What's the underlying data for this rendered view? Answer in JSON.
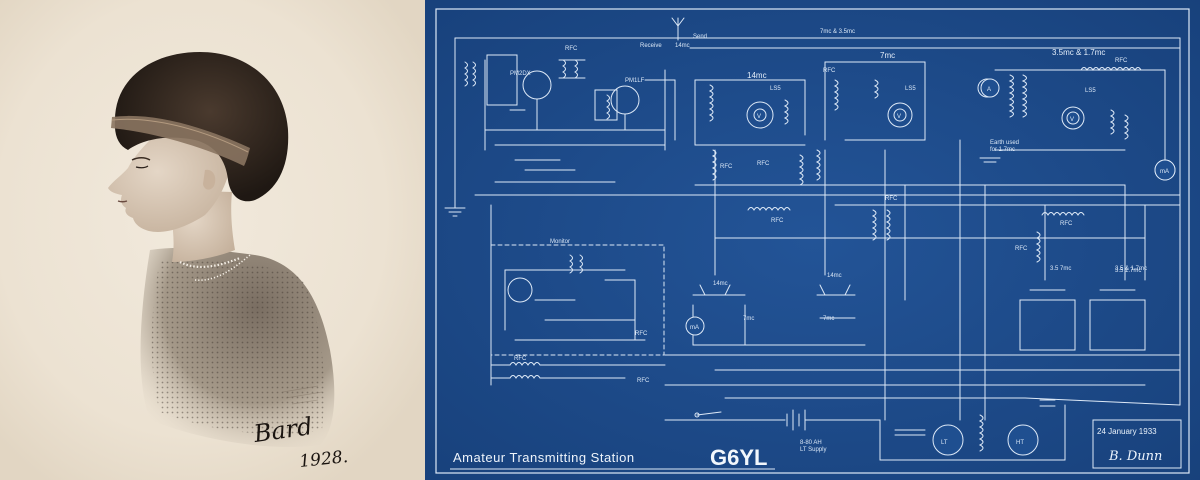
{
  "portrait": {
    "signature": "Bard",
    "year": "1928."
  },
  "blueprint": {
    "title_prefix": "Amateur Transmitting Station",
    "callsign": "G6YL",
    "date": "24 January 1933",
    "signature": "B. Dunn",
    "antenna_labels": [
      "Receive",
      "14mc",
      "Send"
    ],
    "band_labels": [
      "7mc & 3.5mc",
      "3.5mc & 1.7mc",
      "14mc",
      "7mc",
      "3.5 & 1.7mc"
    ],
    "tube_labels": [
      "PM2DX",
      "PM1LF",
      "LS5",
      "LS5",
      "LS5"
    ],
    "meter_labels": [
      "A",
      "mA",
      "mA",
      "LT",
      "HT",
      "V",
      "V",
      "V"
    ],
    "rfc_label": "RFC",
    "monitor_label": "Monitor",
    "earth_note_1": "Earth used",
    "earth_note_2": "for 1.7mc",
    "supply_line_1": "8-80 AH",
    "supply_line_2": "LT Supply",
    "switch_labels": [
      "14mc",
      "7mc",
      "14mc",
      "7mc",
      "3.5 7mc",
      "3.5 1.7mc"
    ]
  }
}
